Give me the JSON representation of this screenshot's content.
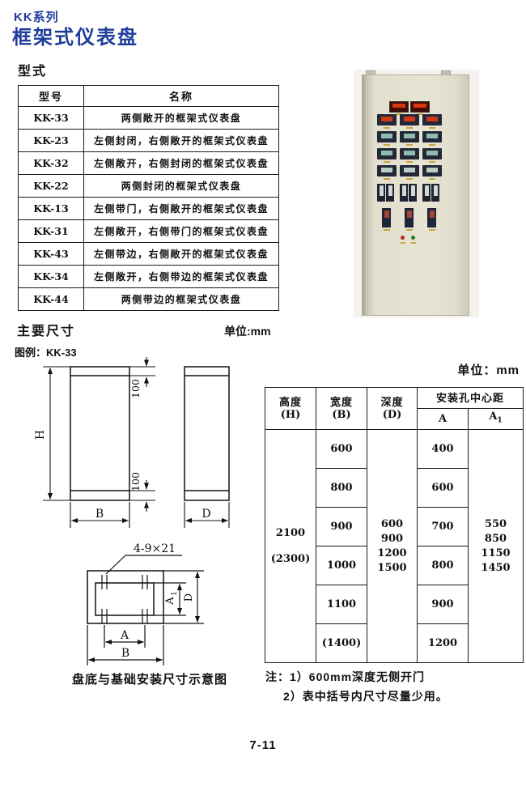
{
  "colors": {
    "accent_blue": "#1e3d9b",
    "line_black": "#111111",
    "panel_beige": "#e4e1d0",
    "display_red": "#d93612",
    "display_teal": "#8fbcae",
    "label_amber": "#c9a43f"
  },
  "header": {
    "series": "KK系列",
    "title": "框架式仪表盘"
  },
  "models": {
    "heading": "型式",
    "columns": [
      "型号",
      "名称"
    ],
    "rows": [
      [
        "KK-33",
        "两侧敞开的框架式仪表盘"
      ],
      [
        "KK-23",
        "左侧封闭，右侧敞开的框架式仪表盘"
      ],
      [
        "KK-32",
        "左侧敞开，右侧封闭的框架式仪表盘"
      ],
      [
        "KK-22",
        "两侧封闭的框架式仪表盘"
      ],
      [
        "KK-13",
        "左侧带门，右侧敞开的框架式仪表盘"
      ],
      [
        "KK-31",
        "左侧敞开，右侧带门的框架式仪表盘"
      ],
      [
        "KK-43",
        "左侧带边，右侧敞开的框架式仪表盘"
      ],
      [
        "KK-34",
        "左侧敞开，右侧带边的框架式仪表盘"
      ],
      [
        "KK-44",
        "两侧带边的框架式仪表盘"
      ]
    ]
  },
  "dimensions": {
    "heading": "主要尺寸",
    "unit": "单位:mm",
    "legend": "图例：KK-33",
    "front_view": {
      "height_label": "H",
      "width_label": "B",
      "offset_top": "100",
      "offset_bottom": "100"
    },
    "side_view": {
      "depth_label": "D"
    },
    "foundation": {
      "holes_label": "4-9×21",
      "a_label": "A",
      "b_label": "B",
      "d_label": "D",
      "a1_base": "A",
      "a1_sub": "1",
      "caption": "盘底与基础安装尺寸示意图"
    }
  },
  "size_table": {
    "unit": "单位：mm",
    "headers": {
      "height": [
        "高度",
        "(H)"
      ],
      "width": [
        "宽度",
        "(B)"
      ],
      "depth": [
        "深度",
        "(D)"
      ],
      "mounting": "安装孔中心距",
      "a": "A",
      "a1_base": "A",
      "a1_sub": "1"
    },
    "height_values": [
      "2100",
      "(2300)"
    ],
    "width_values": [
      "600",
      "800",
      "900",
      "1000",
      "1100",
      "(1400)"
    ],
    "depth_values": [
      "600",
      "900",
      "1200",
      "1500"
    ],
    "a_values": [
      "400",
      "600",
      "700",
      "800",
      "900",
      "1200"
    ],
    "a1_values": [
      "550",
      "850",
      "1150",
      "1450"
    ]
  },
  "notes": {
    "label": "注：",
    "line1": "1）600mm深度无侧开门",
    "line2": "2）表中括号内尺寸尽量少用。"
  },
  "footer": {
    "page_number": "7-11"
  }
}
